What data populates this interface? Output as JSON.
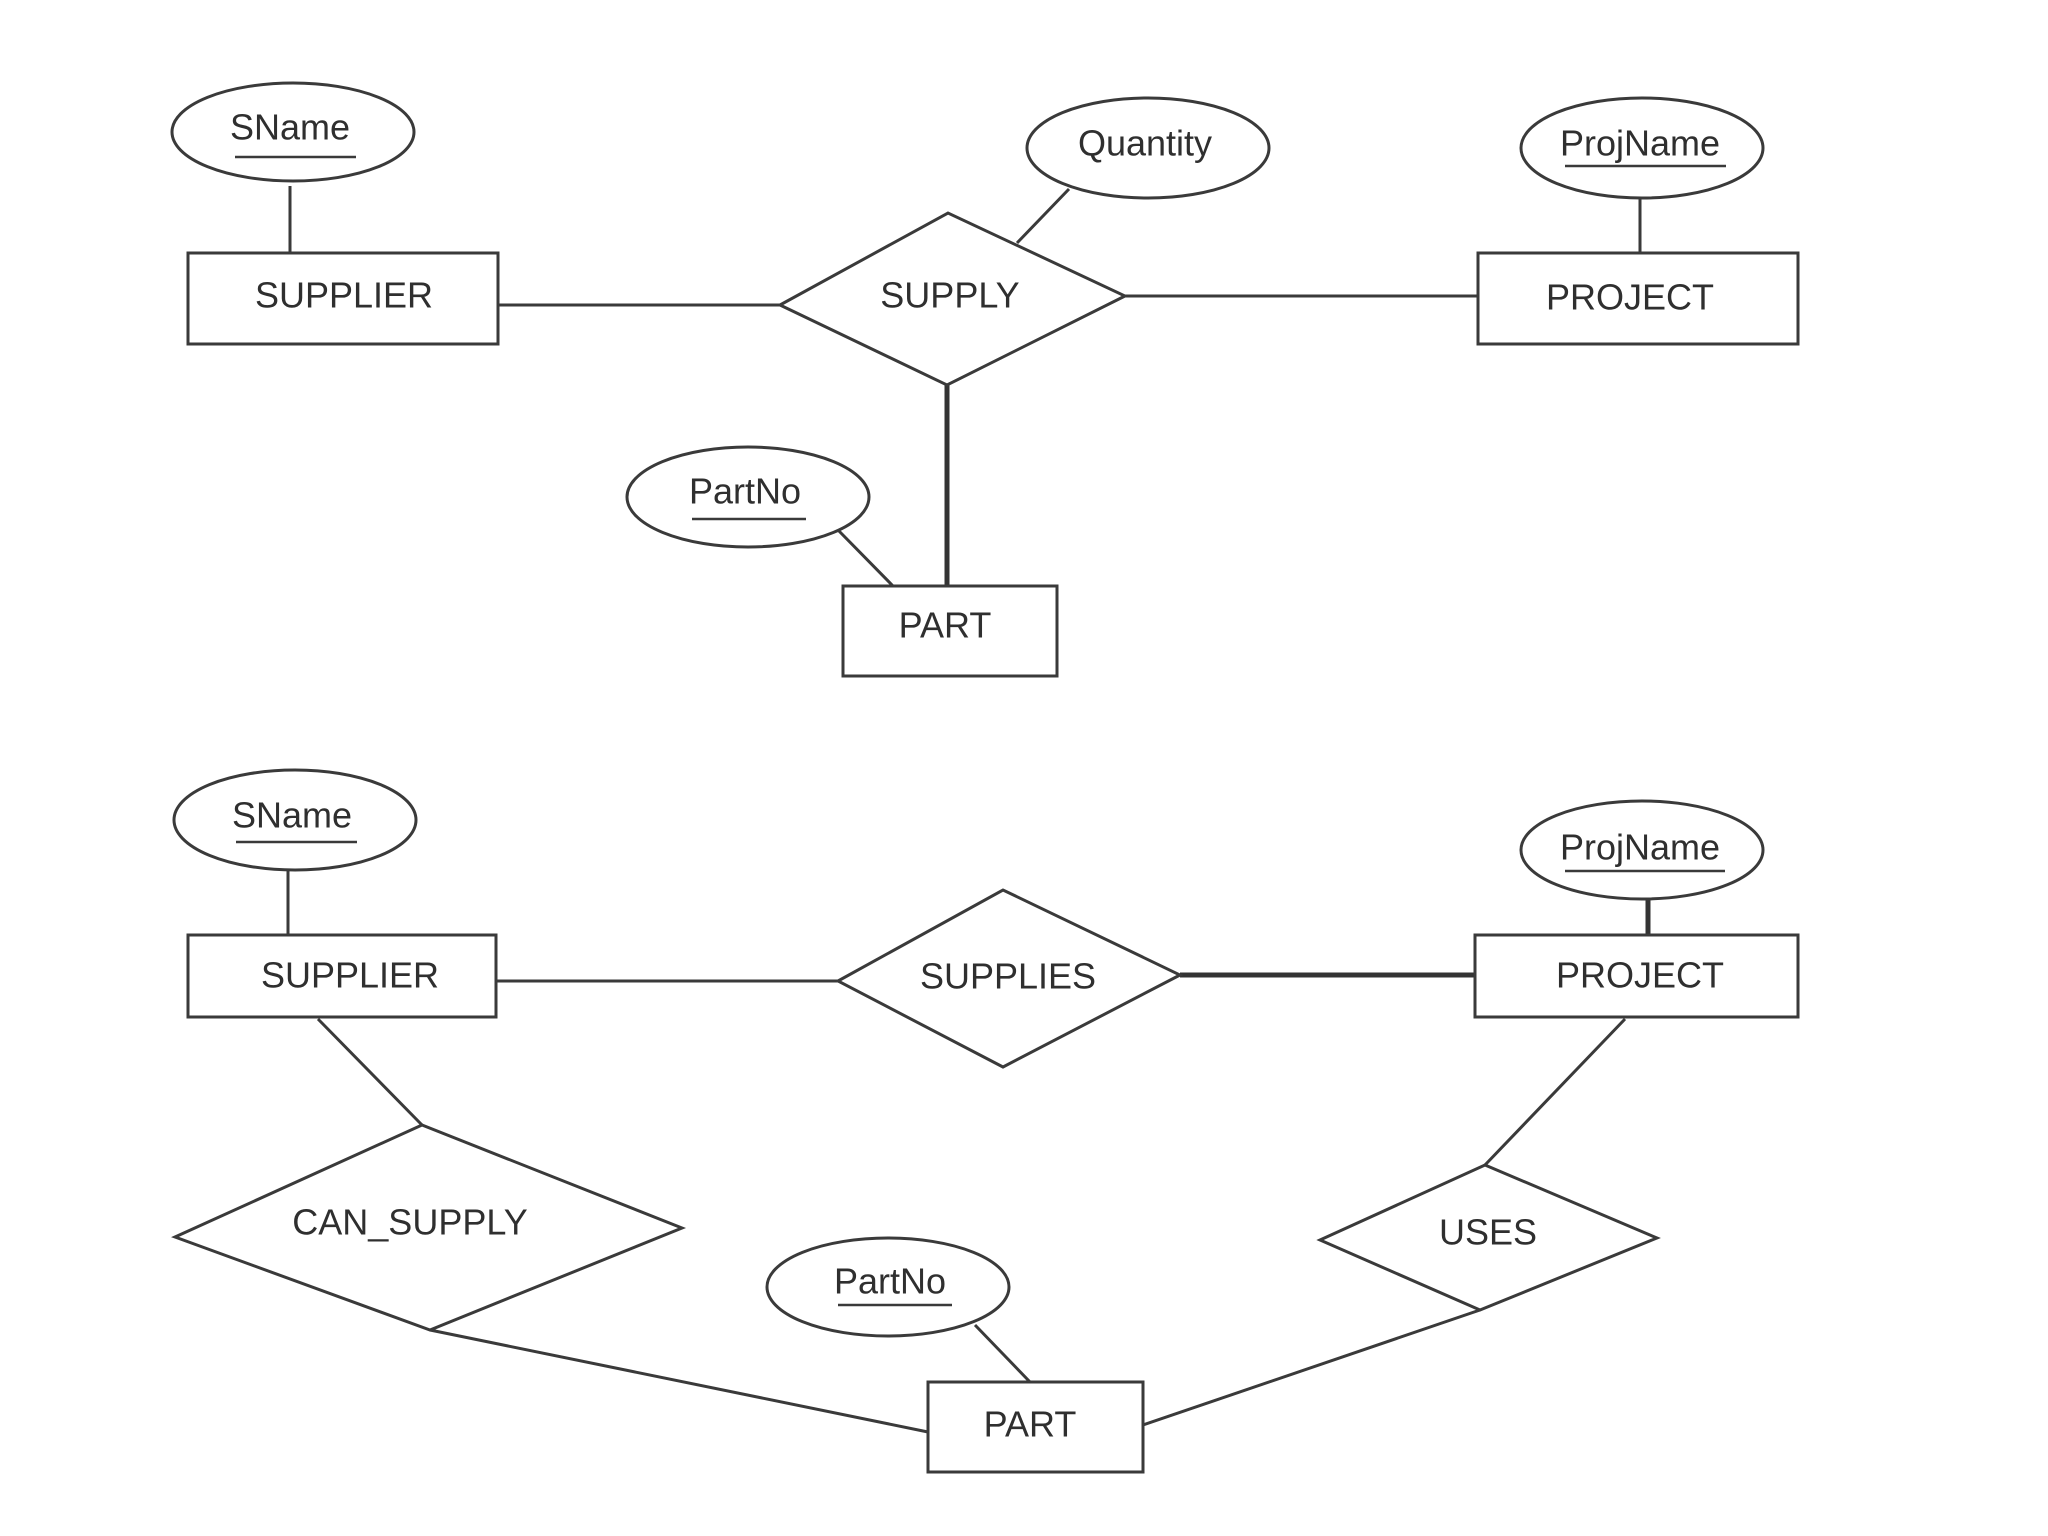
{
  "diagram_top": {
    "entities": {
      "supplier": "SUPPLIER",
      "project": "PROJECT",
      "part": "PART"
    },
    "relationships": {
      "supply": "SUPPLY"
    },
    "attributes": {
      "sname": "SName",
      "quantity": "Quantity",
      "projname": "ProjName",
      "partno": "PartNo"
    }
  },
  "diagram_bottom": {
    "entities": {
      "supplier": "SUPPLIER",
      "project": "PROJECT",
      "part": "PART"
    },
    "relationships": {
      "supplies": "SUPPLIES",
      "can_supply": "CAN_SUPPLY",
      "uses": "USES"
    },
    "attributes": {
      "sname": "SName",
      "projname": "ProjName",
      "partno": "PartNo"
    }
  }
}
